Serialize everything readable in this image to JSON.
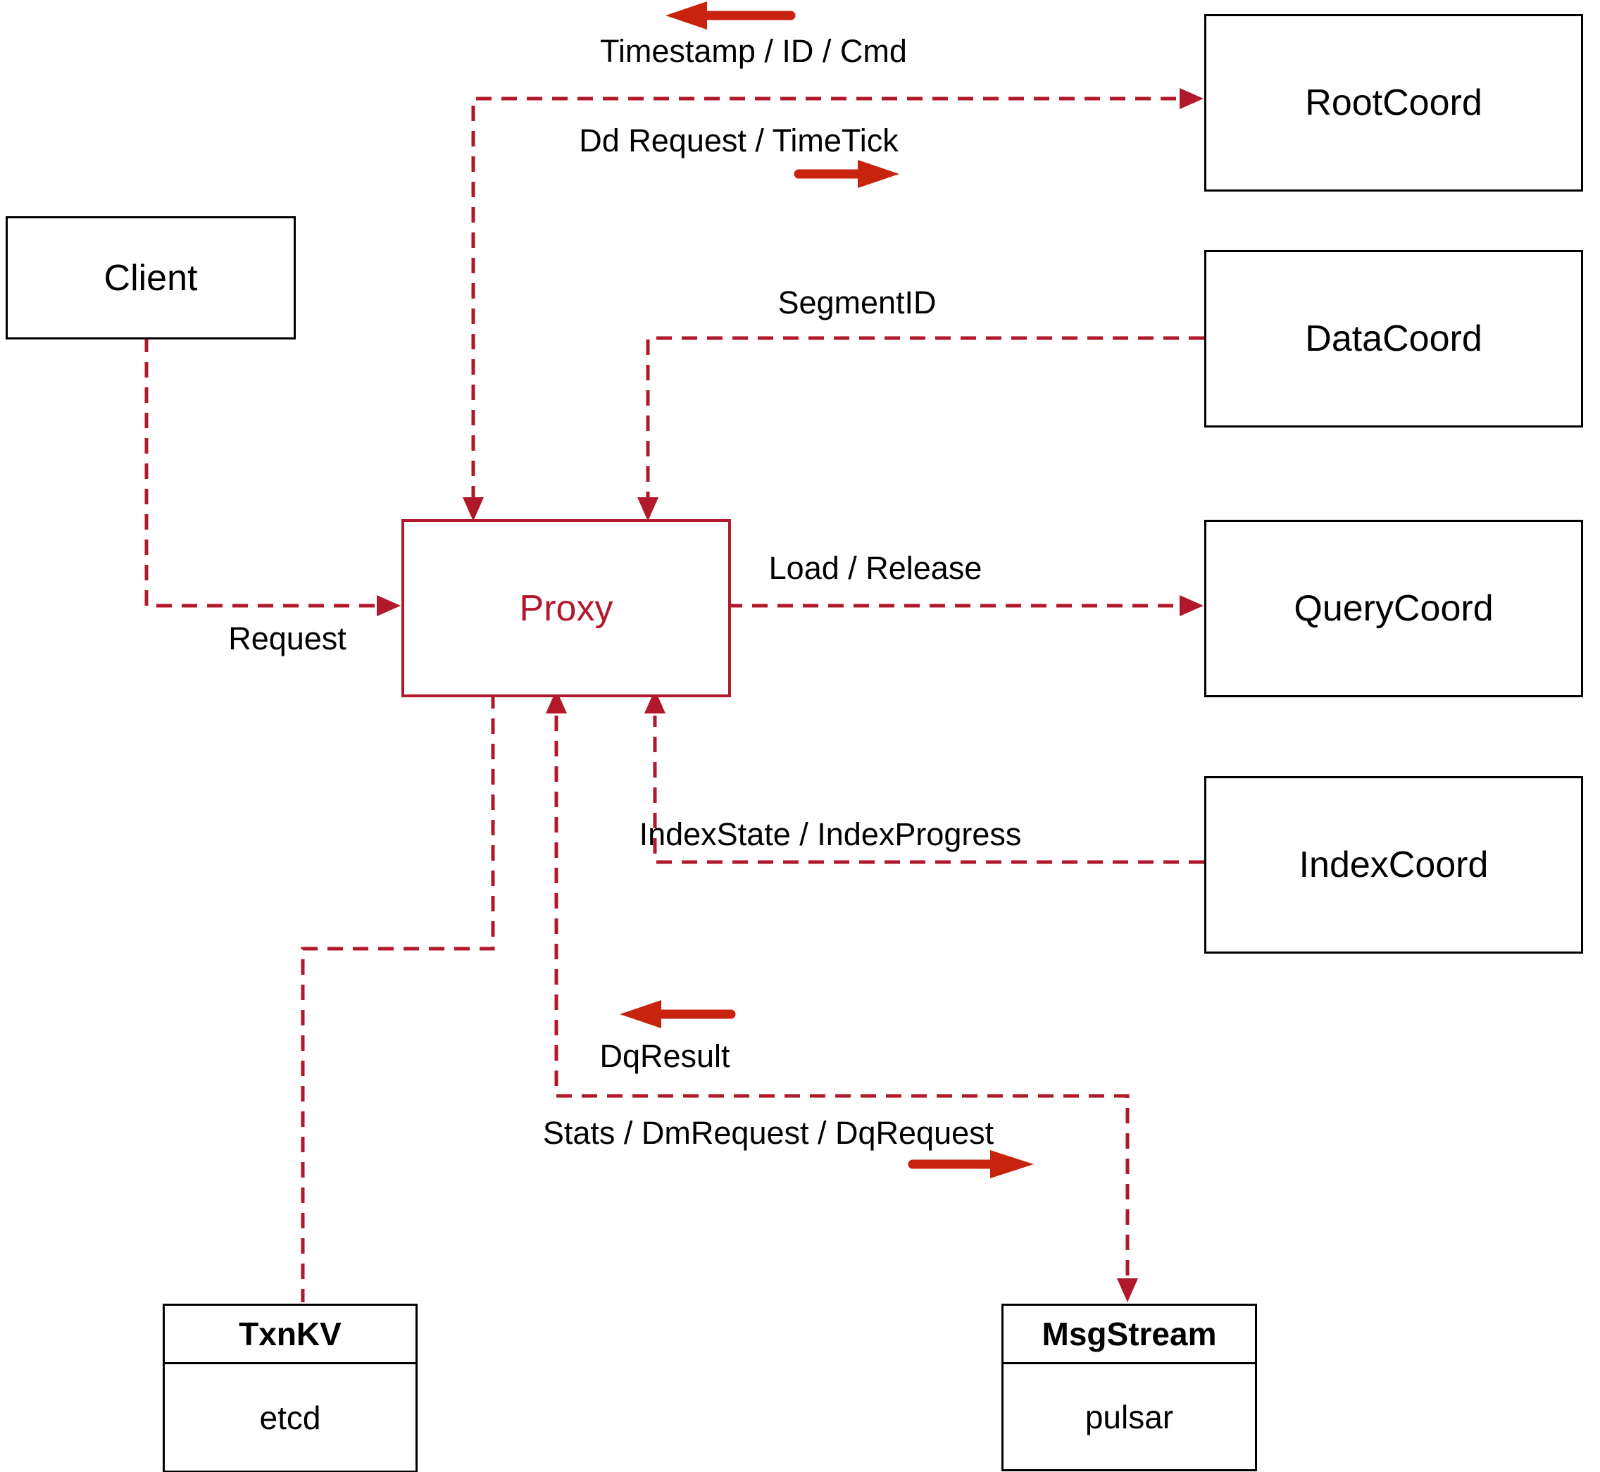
{
  "diagram": {
    "nodes": {
      "client": {
        "label": "Client"
      },
      "proxy": {
        "label": "Proxy"
      },
      "root_coord": {
        "label": "RootCoord"
      },
      "data_coord": {
        "label": "DataCoord"
      },
      "query_coord": {
        "label": "QueryCoord"
      },
      "index_coord": {
        "label": "IndexCoord"
      },
      "txn_kv": {
        "title": "TxnKV",
        "subtitle": "etcd"
      },
      "msg_stream": {
        "title": "MsgStream",
        "subtitle": "pulsar"
      }
    },
    "edges": {
      "proxy_rootcoord": {
        "up_label": "Timestamp / ID / Cmd",
        "down_label": "Dd Request / TimeTick"
      },
      "datacoord_proxy": {
        "label": "SegmentID"
      },
      "proxy_querycoord": {
        "label": "Load / Release"
      },
      "indexcoord_proxy": {
        "label": "IndexState / IndexProgress"
      },
      "client_proxy": {
        "label": "Request"
      },
      "msgstream_proxy": {
        "label": "DqResult"
      },
      "proxy_msgstream": {
        "label": "Stats / DmRequest / DqRequest"
      }
    },
    "colors": {
      "connector_dashed": "#b2182b",
      "flow_arrow": "#c8230e",
      "box_border": "#000000",
      "proxy_accent": "#b2182b",
      "text": "#000000",
      "background": "#ffffff"
    }
  }
}
